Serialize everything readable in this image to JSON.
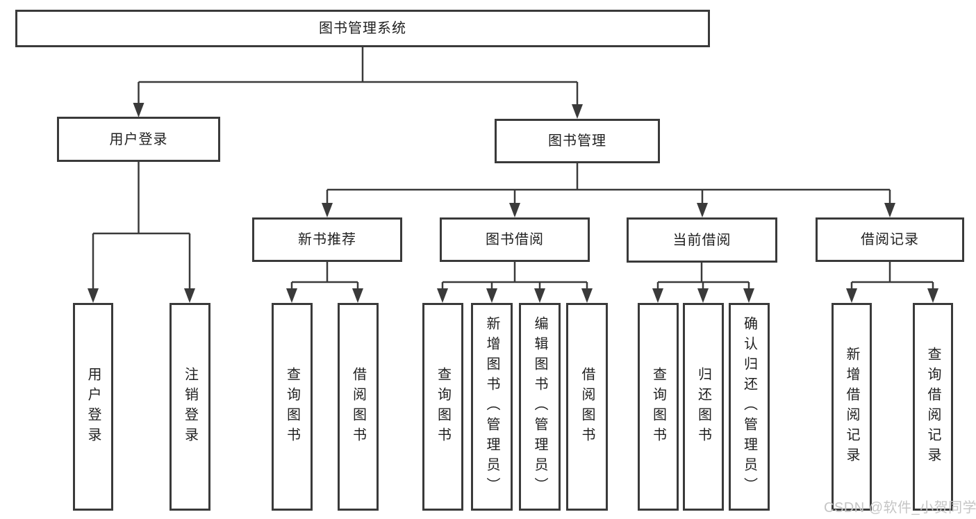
{
  "diagram": {
    "title": "图书管理系统",
    "nodes": {
      "root": "图书管理系统",
      "user_login": "用户登录",
      "book_management": "图书管理",
      "new_book_recommend": "新书推荐",
      "book_borrowing": "图书借阅",
      "current_borrowing": "当前借阅",
      "borrowing_records": "借阅记录",
      "leaf_user_login": "用户登录",
      "leaf_logout": "注销登录",
      "leaf_nbr_query_books": "查询图书",
      "leaf_nbr_borrow_books": "借阅图书",
      "leaf_bb_query_books": "查询图书",
      "leaf_bb_add_books_admin": "新增图书（管理员）",
      "leaf_bb_edit_books_admin": "编辑图书（管理员）",
      "leaf_bb_borrow_books": "借阅图书",
      "leaf_cb_query_books": "查询图书",
      "leaf_cb_return_books": "归还图书",
      "leaf_cb_confirm_return_admin": "确认归还（管理员）",
      "leaf_br_add_record": "新增借阅记录",
      "leaf_br_query_record": "查询借阅记录"
    },
    "edges": [
      {
        "from": "图书管理系统",
        "to": [
          "用户登录",
          "图书管理"
        ]
      },
      {
        "from": "用户登录",
        "to": [
          "用户登录",
          "注销登录"
        ]
      },
      {
        "from": "图书管理",
        "to": [
          "新书推荐",
          "图书借阅",
          "当前借阅",
          "借阅记录"
        ]
      },
      {
        "from": "新书推荐",
        "to": [
          "查询图书",
          "借阅图书"
        ]
      },
      {
        "from": "图书借阅",
        "to": [
          "查询图书",
          "新增图书（管理员）",
          "编辑图书（管理员）",
          "借阅图书"
        ]
      },
      {
        "from": "当前借阅",
        "to": [
          "查询图书",
          "归还图书",
          "确认归还（管理员）"
        ]
      },
      {
        "from": "借阅记录",
        "to": [
          "新增借阅记录",
          "查询借阅记录"
        ]
      }
    ]
  },
  "watermark": "CSDN @软件_小贺同学",
  "colors": {
    "line": "#3a3a3a",
    "box_border": "#3a3a3a",
    "box_fill": "#ffffff",
    "text": "#1f1f1f",
    "watermark": "#c5c5c5",
    "background": "#ffffff"
  }
}
